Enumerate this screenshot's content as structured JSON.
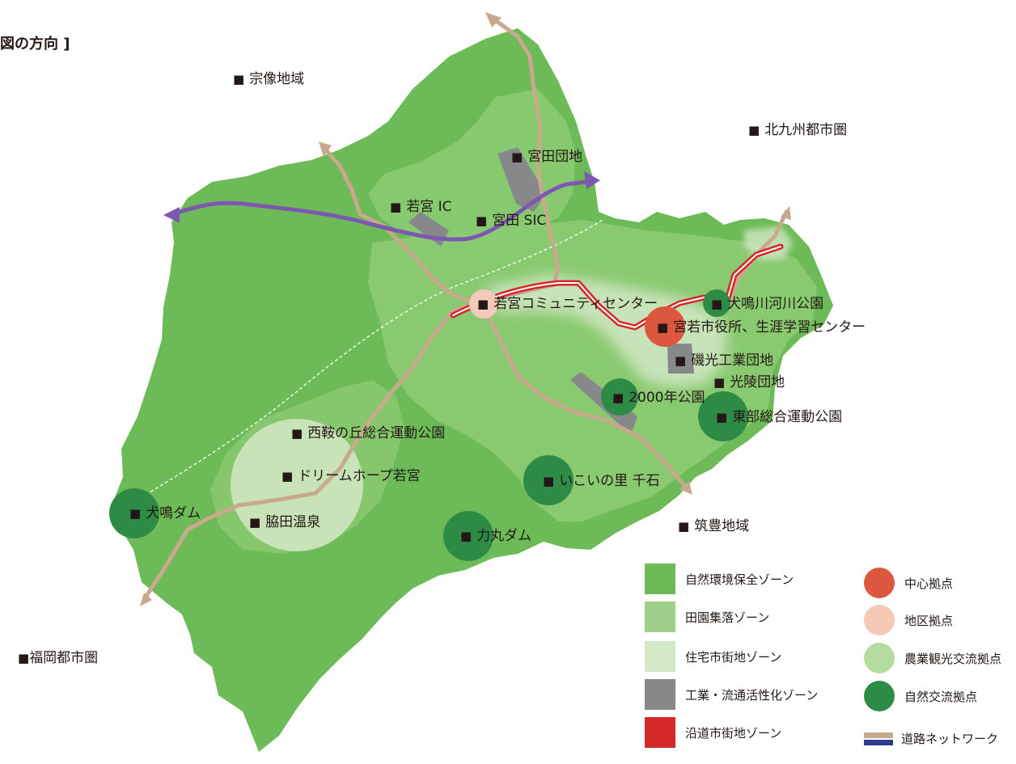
{
  "title": "図の方向 ]",
  "colors": {
    "nature_zone": "#6dbb58",
    "rural_zone": "#9fd08a",
    "residential_zone": "#d3e8c6",
    "industrial_zone": "#87888a",
    "roadside_zone": "#d6272b",
    "center_hub": "#dd5640",
    "district_hub": "#f5c9b8",
    "agri_hub": "#b5dba0",
    "nature_hub": "#2e8b45",
    "road": "#c9a98c",
    "expressway": "#7e57b0"
  },
  "regions": {
    "munakata": "宗像地域",
    "kitakyushu": "北九州都市圏",
    "chikuho": "筑豊地域",
    "fukuoka": "福岡都市圏"
  },
  "places": {
    "miyata_danchi": "宮田団地",
    "wakamiya_ic": "若宮 IC",
    "miyata_sic": "宮田 SIC",
    "wakamiya_community": "若宮コミュニティセンター",
    "inunaki_river_park": "犬鳴川河川公園",
    "city_hall": "宮若市役所、生涯学習センター",
    "isomitsu_industrial": "磯光工業団地",
    "koryo_danchi": "光陵団地",
    "park_2000": "2000年公園",
    "east_sports_park": "東部総合運動公園",
    "nishikura_sports_park": "西鞍の丘総合運動公園",
    "dreamhope": "ドリームホープ若宮",
    "ikoi_sato": "いこいの里 千石",
    "inunaki_dam": "犬鳴ダム",
    "wakita_onsen": "脇田温泉",
    "rikimaru_dam": "力丸ダム"
  },
  "legend": {
    "nature_zone": "自然環境保全ゾーン",
    "rural_zone": "田園集落ゾーン",
    "residential_zone": "住宅市街地ゾーン",
    "industrial_zone": "工業・流通活性化ゾーン",
    "roadside_zone": "沿道市街地ゾーン",
    "center_hub": "中心拠点",
    "district_hub": "地区拠点",
    "agri_hub": "農業観光交流拠点",
    "nature_hub": "自然交流拠点",
    "road_network": "道路ネットワーク"
  }
}
